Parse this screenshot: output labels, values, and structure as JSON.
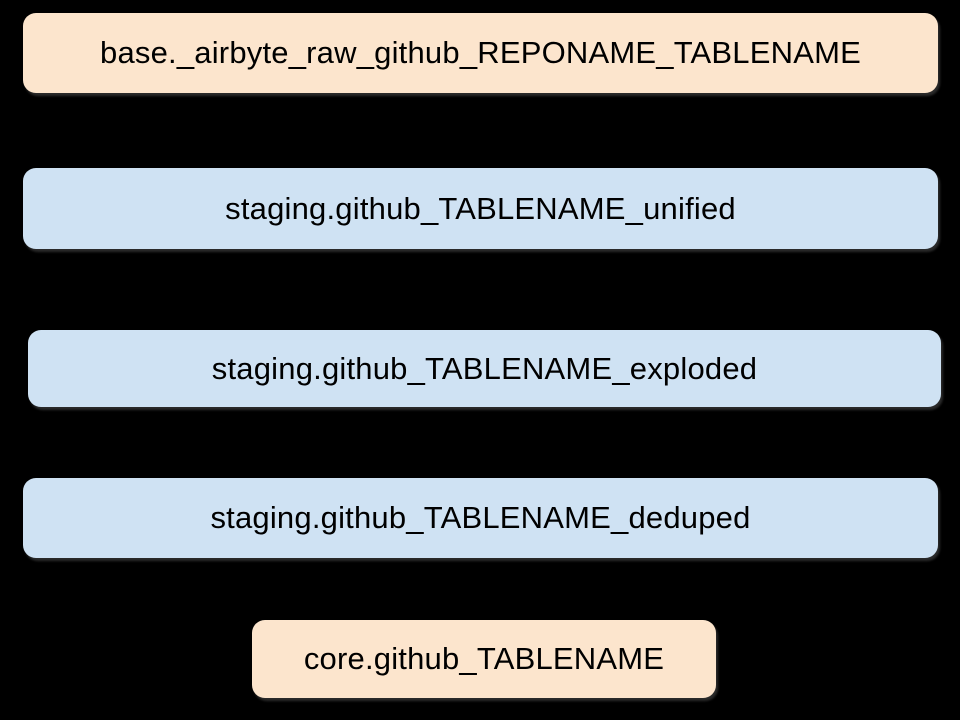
{
  "diagram": {
    "description": "Data pipeline table lineage diagram",
    "background_color": "#000000",
    "node_colors": {
      "source_core_fill": "#FCE5CD",
      "staging_fill": "#CFE2F3",
      "text": "#000000"
    },
    "nodes": [
      {
        "id": "raw",
        "label": "base._airbyte_raw_github_REPONAME_TABLENAME",
        "type": "source"
      },
      {
        "id": "unified",
        "label": "staging.github_TABLENAME_unified",
        "type": "staging"
      },
      {
        "id": "exploded",
        "label": "staging.github_TABLENAME_exploded",
        "type": "staging"
      },
      {
        "id": "deduped",
        "label": "staging.github_TABLENAME_deduped",
        "type": "staging"
      },
      {
        "id": "core",
        "label": "core.github_TABLENAME",
        "type": "core"
      }
    ]
  }
}
